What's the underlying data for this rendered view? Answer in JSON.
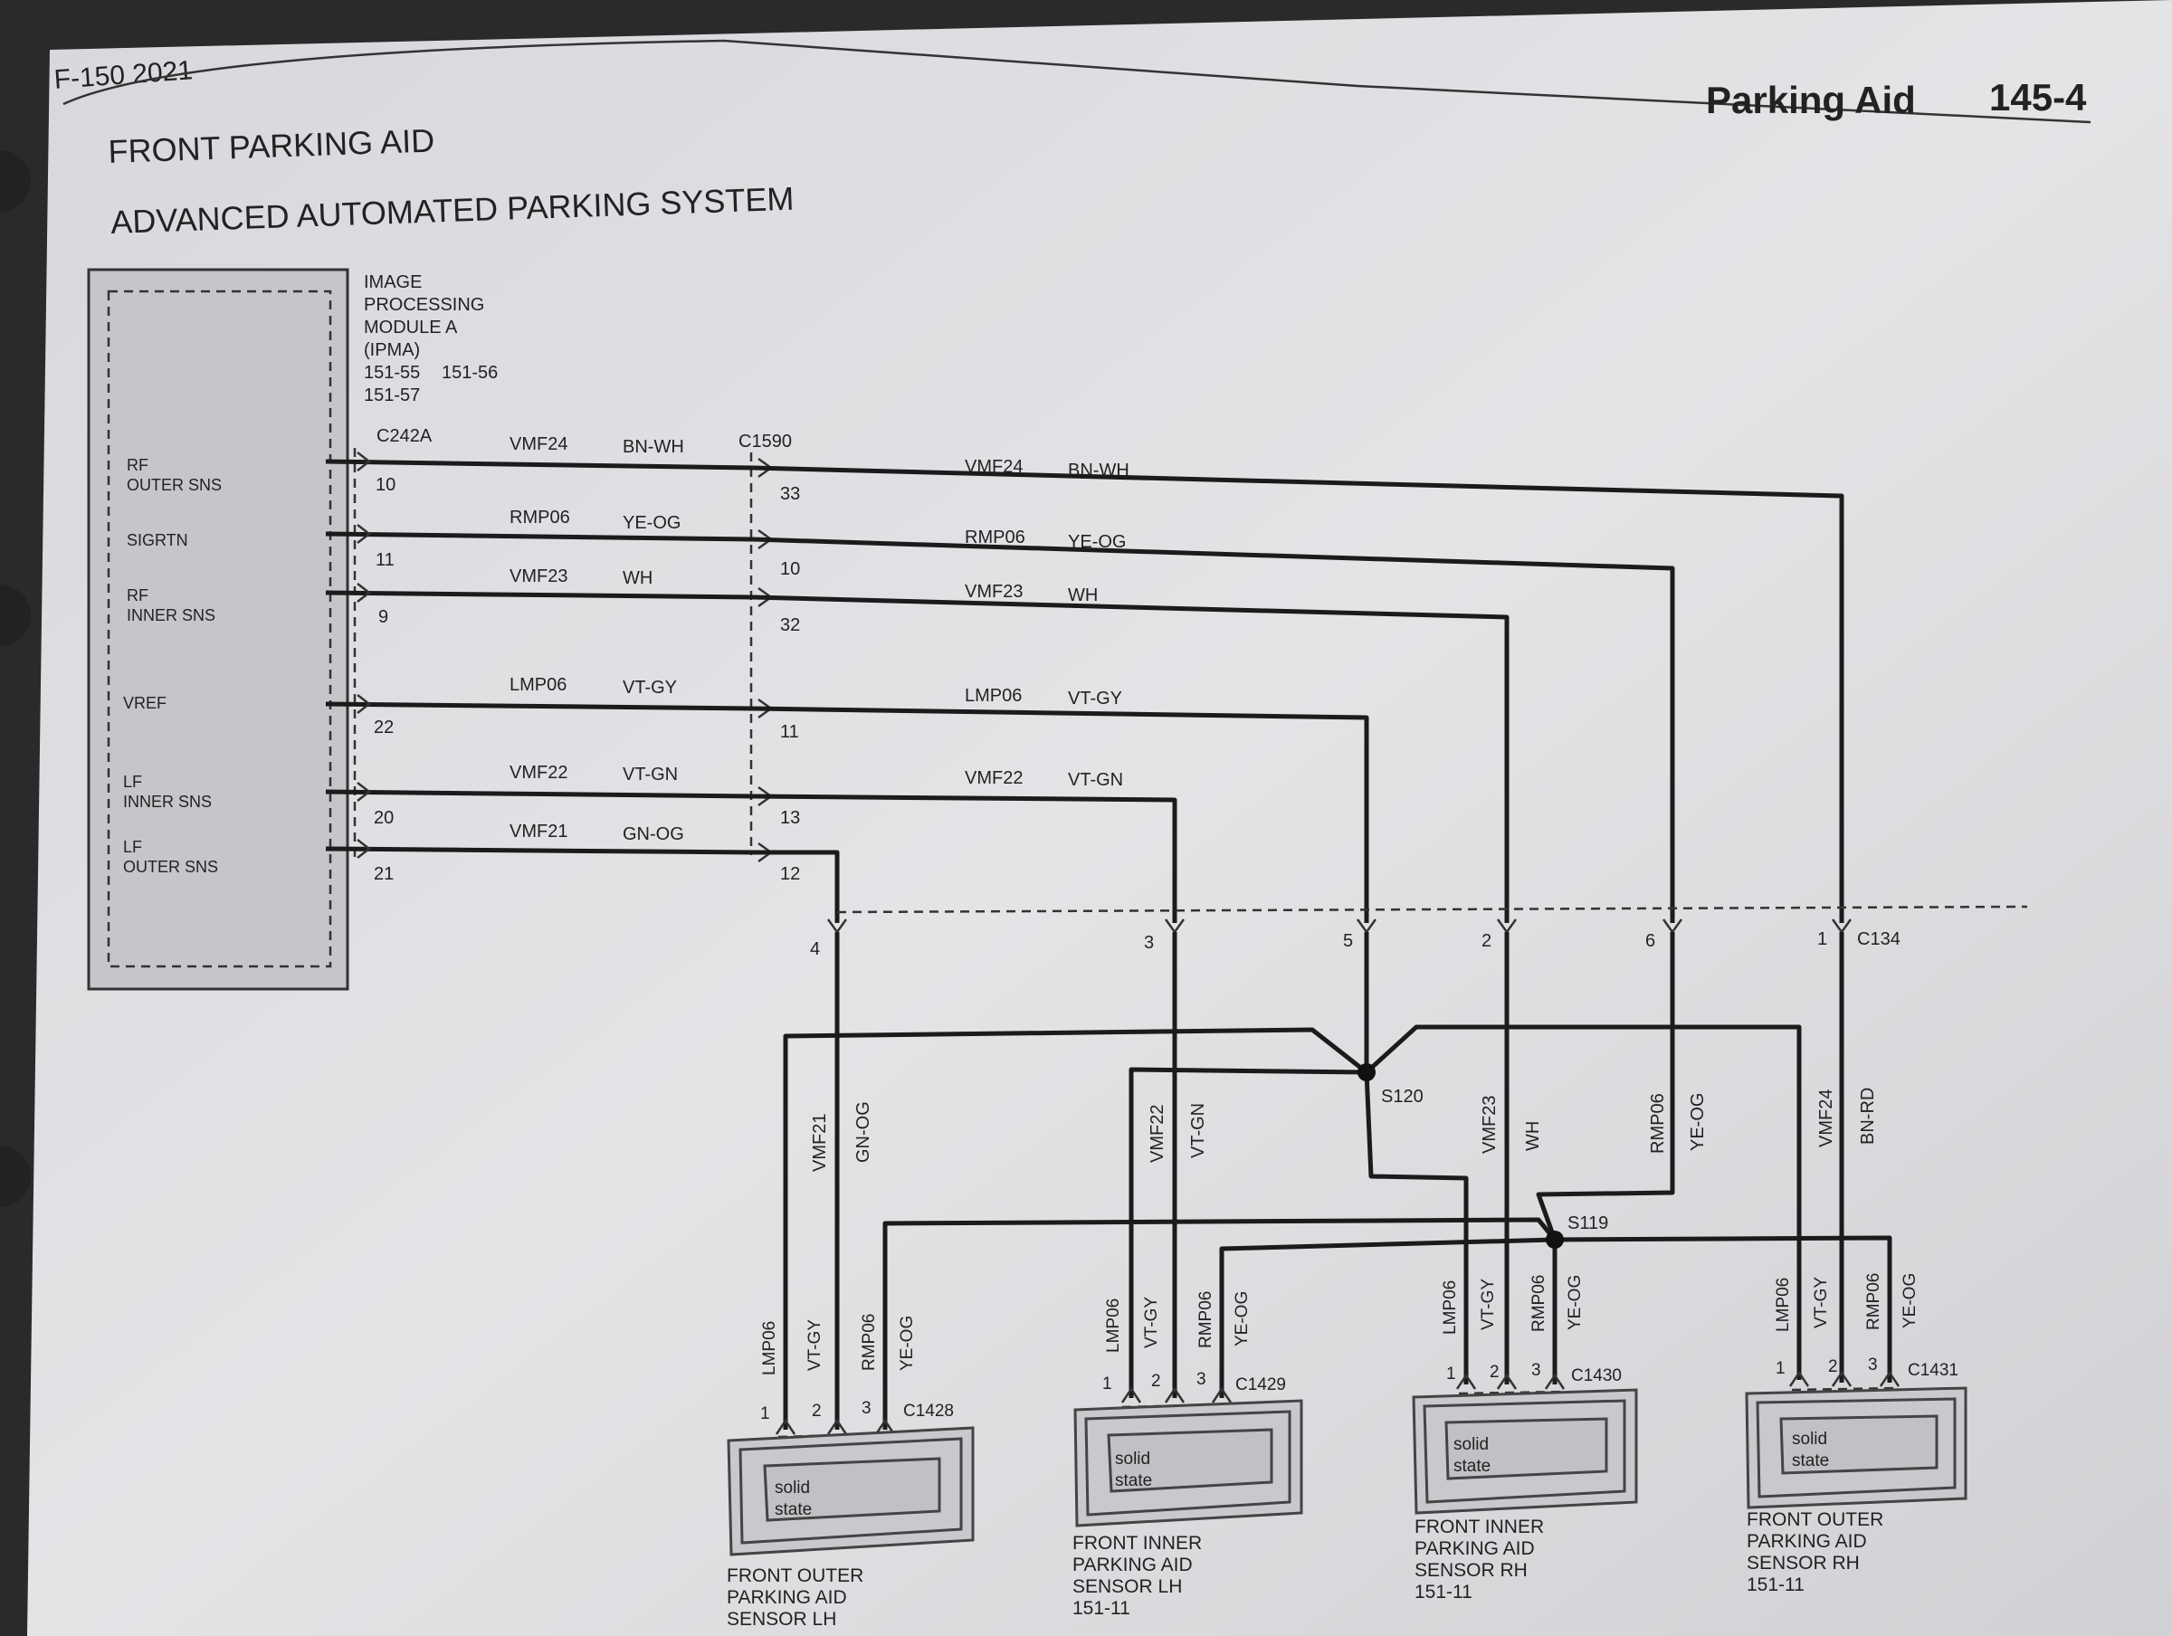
{
  "header": {
    "model_year": "F-150 2021",
    "section_title": "Parking Aid",
    "page_number": "145-4"
  },
  "titles": {
    "line1": "FRONT PARKING AID",
    "line2": "ADVANCED AUTOMATED PARKING SYSTEM"
  },
  "module": {
    "name_lines": [
      "IMAGE",
      "PROCESSING",
      "MODULE A",
      "(IPMA)"
    ],
    "refs": [
      "151-55",
      "151-56",
      "151-57"
    ],
    "connector": "C242A"
  },
  "pins": [
    {
      "label_lines": [
        "RF",
        "OUTER SNS"
      ],
      "pin": "10",
      "circuit": "VMF24",
      "color": "BN-WH",
      "c1590_pin": "33",
      "c1590_circuit": "VMF24",
      "c1590_color": "BN-WH"
    },
    {
      "label_lines": [
        "SIGRTN"
      ],
      "pin": "11",
      "circuit": "RMP06",
      "color": "YE-OG",
      "c1590_pin": "10",
      "c1590_circuit": "RMP06",
      "c1590_color": "YE-OG"
    },
    {
      "label_lines": [
        "RF",
        "INNER SNS"
      ],
      "pin": "9",
      "circuit": "VMF23",
      "color": "WH",
      "c1590_pin": "32",
      "c1590_circuit": "VMF23",
      "c1590_color": "WH"
    },
    {
      "label_lines": [
        "VREF"
      ],
      "pin": "22",
      "circuit": "LMP06",
      "color": "VT-GY",
      "c1590_pin": "11",
      "c1590_circuit": "LMP06",
      "c1590_color": "VT-GY"
    },
    {
      "label_lines": [
        "LF",
        "INNER SNS"
      ],
      "pin": "20",
      "circuit": "VMF22",
      "color": "VT-GN",
      "c1590_pin": "13",
      "c1590_circuit": "VMF22",
      "c1590_color": "VT-GN"
    },
    {
      "label_lines": [
        "LF",
        "OUTER SNS"
      ],
      "pin": "21",
      "circuit": "VMF21",
      "color": "GN-OG",
      "c1590_pin": "12",
      "c1590_circuit": "",
      "c1590_color": ""
    }
  ],
  "inline_connector": "C1590",
  "c134": {
    "name": "C134",
    "pins": [
      "4",
      "3",
      "5",
      "2",
      "6",
      "1"
    ]
  },
  "vertical_labels": [
    {
      "circuit": "VMF21",
      "color": "GN-OG"
    },
    {
      "circuit": "VMF22",
      "color": "VT-GN"
    },
    {
      "circuit": "VMF23",
      "color": "WH"
    },
    {
      "circuit": "RMP06",
      "color": "YE-OG"
    },
    {
      "circuit": "VMF24",
      "color": "BN-RD"
    }
  ],
  "splices": [
    "S120",
    "S119"
  ],
  "sensors": [
    {
      "connector": "C1428",
      "wires": [
        "LMP06",
        "VT-GY",
        "RMP06",
        "YE-OG"
      ],
      "pins": [
        "1",
        "2",
        "3"
      ],
      "box_text": [
        "solid",
        "state"
      ],
      "name_lines": [
        "FRONT OUTER",
        "PARKING AID",
        "SENSOR LH"
      ]
    },
    {
      "connector": "C1429",
      "wires": [
        "LMP06",
        "VT-GY",
        "RMP06",
        "YE-OG"
      ],
      "pins": [
        "1",
        "2",
        "3"
      ],
      "box_text": [
        "solid",
        "state"
      ],
      "name_lines": [
        "FRONT INNER",
        "PARKING AID",
        "SENSOR LH",
        "151-11"
      ]
    },
    {
      "connector": "C1430",
      "wires": [
        "LMP06",
        "VT-GY",
        "RMP06",
        "YE-OG"
      ],
      "pins": [
        "1",
        "2",
        "3"
      ],
      "box_text": [
        "solid",
        "state"
      ],
      "name_lines": [
        "FRONT INNER",
        "PARKING AID",
        "SENSOR RH",
        "151-11"
      ]
    },
    {
      "connector": "C1431",
      "wires": [
        "LMP06",
        "VT-GY",
        "RMP06",
        "YE-OG"
      ],
      "pins": [
        "1",
        "2",
        "3"
      ],
      "box_text": [
        "solid",
        "state"
      ],
      "name_lines": [
        "FRONT OUTER",
        "PARKING AID",
        "SENSOR RH",
        "151-11"
      ]
    }
  ]
}
